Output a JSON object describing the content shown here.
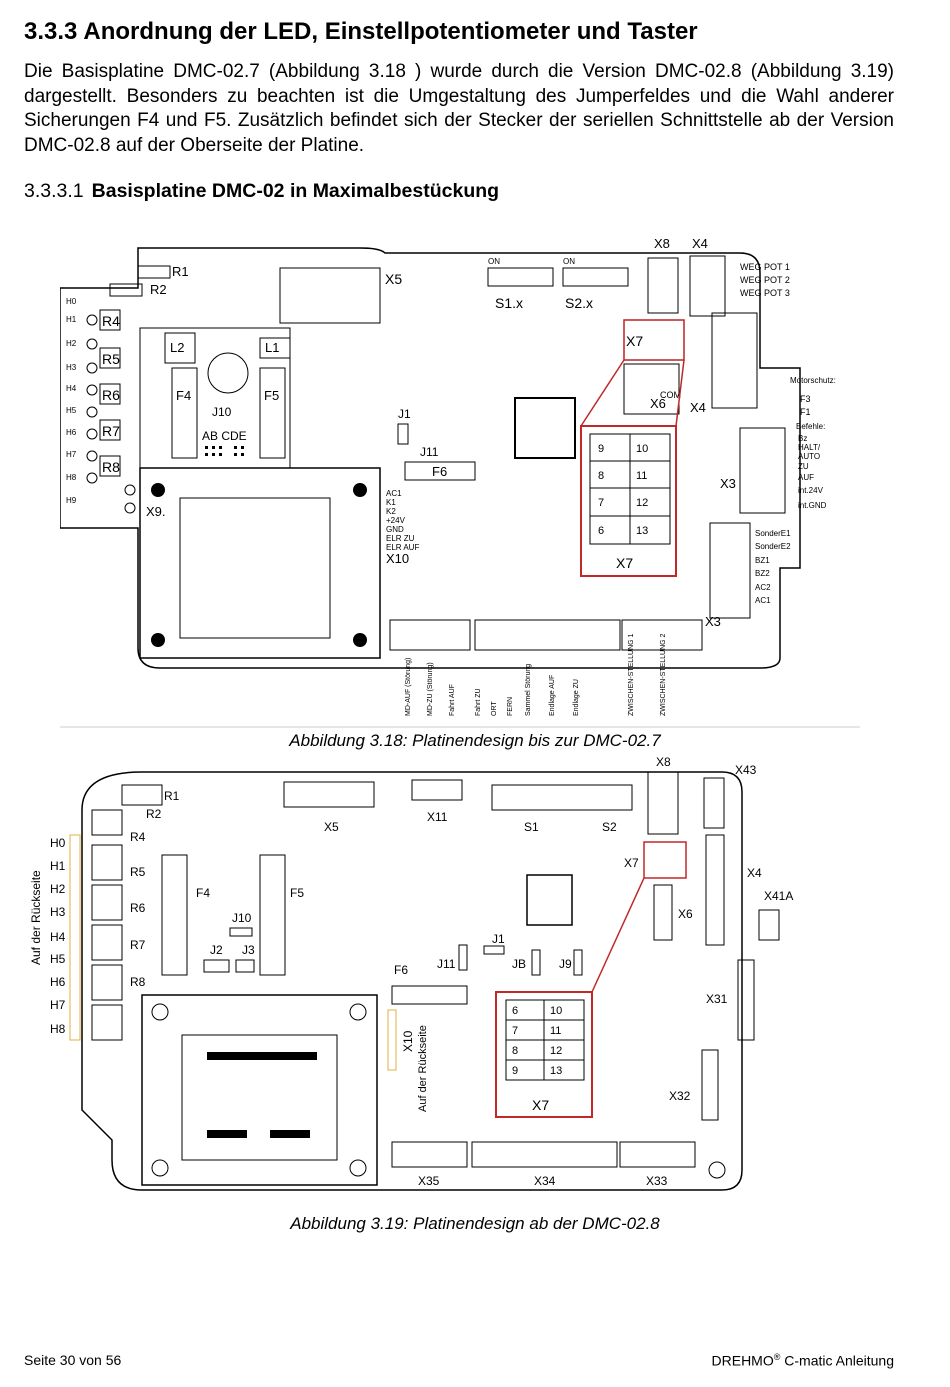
{
  "heading": {
    "number": "3.3.3",
    "text": "Anordnung der LED, Einstellpotentiometer und Taster"
  },
  "paragraph": "Die Basisplatine DMC-02.7 (Abbildung 3.18 ) wurde durch die Version DMC-02.8 (Abbildung 3.19) dargestellt. Besonders zu beachten ist die Umgestaltung des Jumperfeldes und die Wahl anderer Sicherungen F4 und F5. Zusätzlich befindet sich der Stecker der seriellen Schnittstelle ab der Version DMC-02.8 auf der Oberseite der Platine.",
  "subheading": {
    "number": "3.3.3.1",
    "text": "Basisplatine DMC-02 in Maximalbestückung"
  },
  "figure1": {
    "caption": "Abbildung 3.18: Platinendesign bis zur DMC-02.7",
    "labels": {
      "R1": "R1",
      "R2": "R2",
      "R4": "R4",
      "R5": "R5",
      "R6": "R6",
      "R7": "R7",
      "R8": "R8",
      "L2": "L2",
      "L1": "L1",
      "F4": "F4",
      "F5": "F5",
      "F6": "F6",
      "J10": "J10",
      "ABCDE": "AB CDE",
      "J1": "J1",
      "J11": "J11",
      "X5": "X5",
      "X7": "X7",
      "X6": "X6",
      "X4": "X4",
      "X8": "X8",
      "X3": "X3",
      "X9": "X9.",
      "X10": "X10",
      "S1": "S1.x",
      "S2": "S2.x",
      "COM": "COM",
      "ON": "ON",
      "motorschutz": "Motorschutz:",
      "befehle": "Befehle:",
      "F3": "F3",
      "F1": "F1",
      "weg_pot1": "WEG POT 1",
      "weg_pot2": "WEG POT 2",
      "weg_pot3": "WEG POT 3",
      "cmd_items": [
        "Bz",
        "HALT/",
        "AUTO",
        "ZU",
        "AUF",
        "int.24V",
        "int.GND"
      ],
      "sonder_items": [
        "SonderE1",
        "SonderE2",
        "BZ1",
        "BZ2",
        "AC2",
        "AC1"
      ],
      "x10_items": [
        "AC1",
        "K1",
        "K2",
        "+24V",
        "GND",
        "ELR ZU",
        "ELR AUF"
      ],
      "h_labels": [
        "H0",
        "H1",
        "H2",
        "H3",
        "H4",
        "H5",
        "H6",
        "H7",
        "H8",
        "H9"
      ],
      "x7_rows": [
        [
          "9",
          "10"
        ],
        [
          "8",
          "11"
        ],
        [
          "7",
          "12"
        ],
        [
          "6",
          "13"
        ]
      ],
      "bottom_labels": [
        "MD-AUF (Störung)",
        "MD-ZU (Störung)",
        "Fahrt AUF",
        "Fahrt ZU",
        "ORT",
        "FERN",
        "Sammel Störung",
        "Endlage AUF",
        "Endlage ZU",
        "ZWISCHEN-STELLUNG 1",
        "ZWISCHEN-STELLUNG 2"
      ]
    }
  },
  "figure2": {
    "caption": "Abbildung 3.19: Platinendesign ab der DMC-02.8",
    "labels": {
      "R1": "R1",
      "R2": "R2",
      "R4": "R4",
      "R5": "R5",
      "R6": "R6",
      "R7": "R7",
      "R8": "R8",
      "X5": "X5",
      "X11": "X11",
      "S1": "S1",
      "S2": "S2",
      "X8": "X8",
      "X43": "X43",
      "X7": "X7",
      "X6": "X6",
      "X4": "X4",
      "X41A": "X41A",
      "F4": "F4",
      "F5": "F5",
      "J10": "J10",
      "J2": "J2",
      "J3": "J3",
      "J1": "J1",
      "J11": "J11",
      "JB": "JB",
      "J9": "J9",
      "F6": "F6",
      "X10": "X10",
      "auf_rueckseite_x10": "Auf der Rückseite",
      "X31": "X31",
      "X32": "X32",
      "X35": "X35",
      "X34": "X34",
      "X33": "X33",
      "auf_rueckseite_h": "Auf der Rückseite",
      "h_labels": [
        "H0",
        "H1",
        "H2",
        "H3",
        "H4",
        "H5",
        "H6",
        "H7",
        "H8"
      ],
      "x7_rows": [
        [
          "6",
          "10"
        ],
        [
          "7",
          "11"
        ],
        [
          "8",
          "12"
        ],
        [
          "9",
          "13"
        ]
      ]
    }
  },
  "footer": {
    "left": "Seite 30 von 56",
    "brand": "DREHMO",
    "reg": "®",
    "product": " C-matic Anleitung"
  }
}
